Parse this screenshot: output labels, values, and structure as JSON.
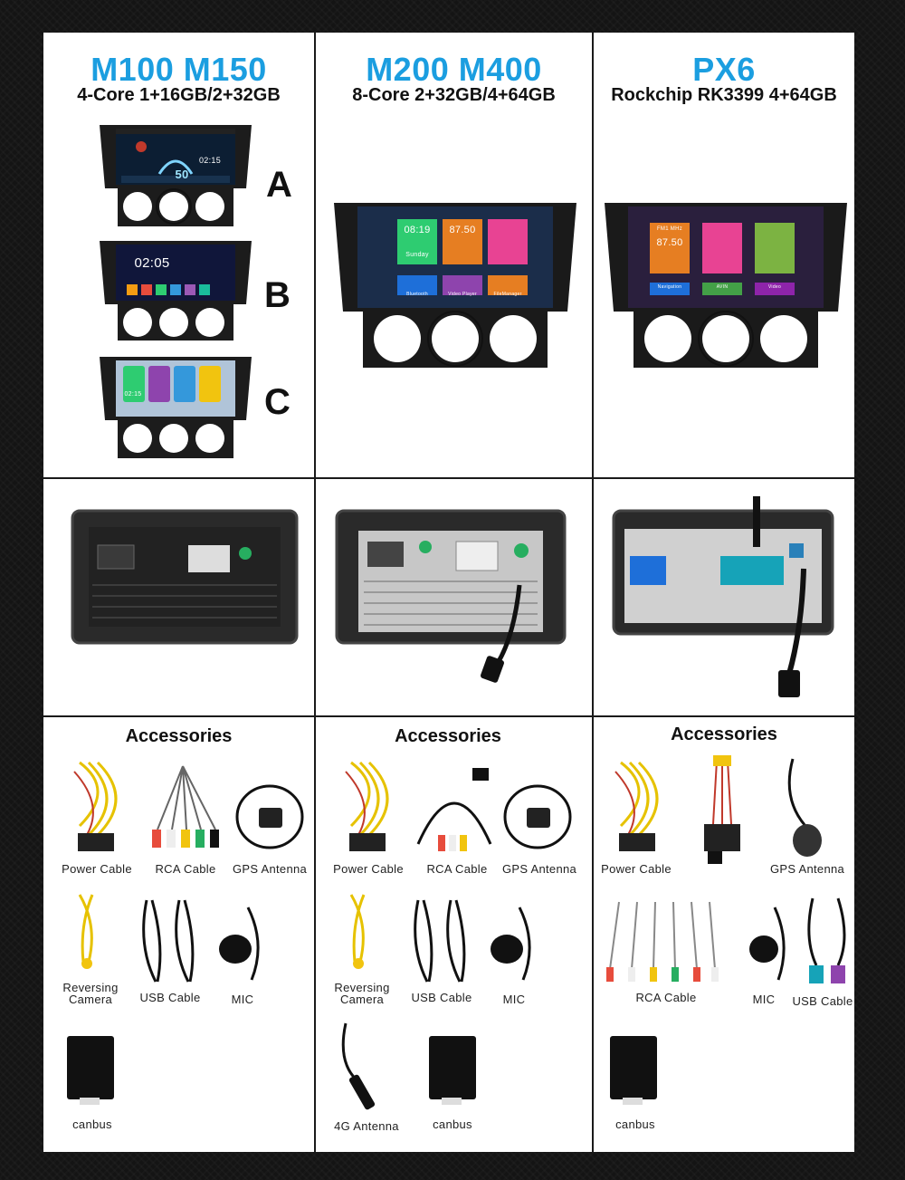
{
  "columns": [
    {
      "title": "M100 M150",
      "spec": "4-Core 1+16GB/2+32GB",
      "variants": [
        "A",
        "B",
        "C"
      ]
    },
    {
      "title": "M200 M400",
      "spec": "8-Core 2+32GB/4+64GB"
    },
    {
      "title": "PX6",
      "spec": "Rockchip RK3399 4+64GB"
    }
  ],
  "screens": {
    "a": {
      "clock": "02:15",
      "speed": "50"
    },
    "b": {
      "clock": "02:05"
    },
    "c": {
      "clock": "02:15"
    },
    "m200": {
      "time": "08:19",
      "day": "Sunday",
      "radio": "87.50",
      "bt": "Bluetooth",
      "video": "Video Player",
      "files": "FileManager"
    },
    "px6": {
      "fm": "FM1 MHz",
      "radio": "87.50",
      "nav": "Navigation",
      "avin": "AVIN",
      "video": "Video"
    }
  },
  "accessories": {
    "heading": "Accessories",
    "col1": [
      "Power Cable",
      "RCA Cable",
      "GPS Antenna",
      "Reversing",
      "Camera",
      "USB Cable",
      "MIC",
      "canbus"
    ],
    "col2": [
      "Power Cable",
      "RCA Cable",
      "GPS Antenna",
      "Reversing",
      "Camera",
      "USB Cable",
      "MIC",
      "4G Antenna",
      "canbus"
    ],
    "col3": [
      "Power Cable",
      "GPS Antenna",
      "RCA Cable",
      "MIC",
      "USB Cable",
      "canbus"
    ]
  }
}
